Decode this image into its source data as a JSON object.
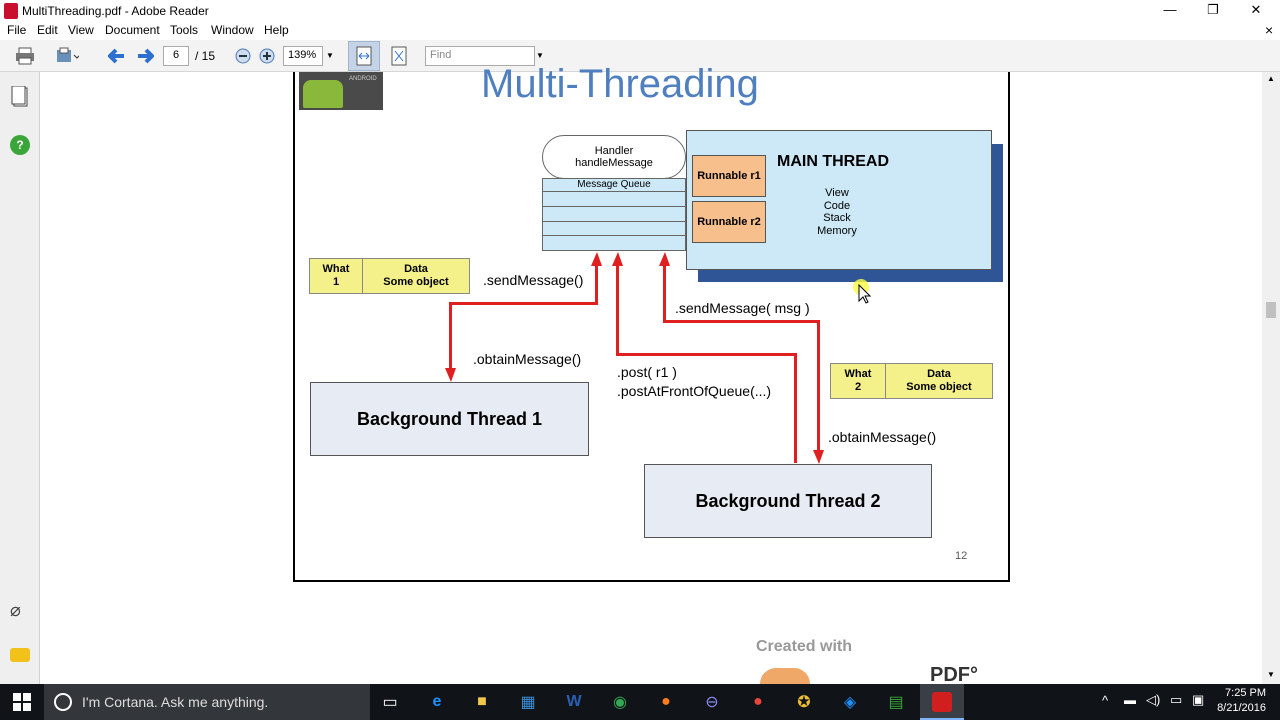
{
  "window": {
    "title": "MultiThreading.pdf - Adobe Reader",
    "minimize": "—",
    "restore": "❐",
    "close": "✕",
    "doc_close": "×"
  },
  "menu": [
    "File",
    "Edit",
    "View",
    "Document",
    "Tools",
    "Window",
    "Help"
  ],
  "toolbar": {
    "page_current": "6",
    "page_total": "/ 15",
    "zoom": "139%",
    "find_placeholder": "Find"
  },
  "slide": {
    "title": "Multi-Threading",
    "logo_text": "ANDROID",
    "handler_line1": "Handler",
    "handler_line2": "handleMessage",
    "queue_label": "Message Queue",
    "main_thread": "MAIN THREAD",
    "runnable1": "Runnable  r1",
    "runnable2": "Runnable  r2",
    "main_info": [
      "View",
      "Code",
      "Stack",
      "Memory"
    ],
    "msg1_what": "What\n1",
    "msg1_data": "Data\nSome object",
    "msg2_what": "What\n2",
    "msg2_data": "Data\nSome object",
    "send_message": ".sendMessage()",
    "send_message_msg": ".sendMessage( msg )",
    "obtain_message_1": ".obtainMessage()",
    "obtain_message_2": ".obtainMessage()",
    "post_r1": ".post( r1 )",
    "post_front": ".postAtFrontOfQueue(...)",
    "bg_thread_1": "Background Thread 1",
    "bg_thread_2": "Background Thread 2",
    "page_number": "12"
  },
  "watermark": {
    "created_with": "Created with"
  },
  "taskbar": {
    "search": "I'm Cortana. Ask me anything.",
    "time": "7:25 PM",
    "date": "8/21/2016"
  },
  "colors": {
    "main_thread_fill": "#cde8f6",
    "runnable_fill": "#f6bf8c",
    "message_fill": "#f4f08a",
    "arrow_red": "#e02020",
    "title_blue": "#4f7fbf"
  }
}
